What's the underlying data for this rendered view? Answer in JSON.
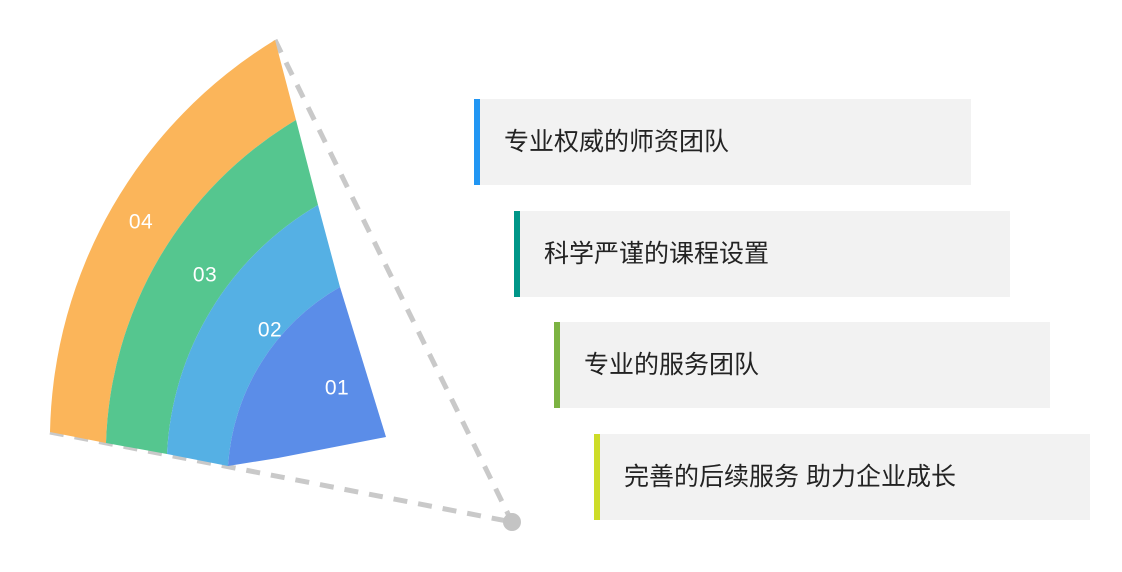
{
  "diagram": {
    "type": "stepped-fan-list-infographic",
    "background_color": "#ffffff",
    "guide_color": "#c9c9c9",
    "panel_background": "#f2f2f2",
    "text_color": "#232323",
    "arcs": [
      {
        "number": "01",
        "color": "#5b8de8",
        "label": "专业权威的师资团队"
      },
      {
        "number": "02",
        "color": "#55b0e4",
        "label": "科学严谨的课程设置"
      },
      {
        "number": "03",
        "color": "#55c68f",
        "label": "专业的服务团队"
      },
      {
        "number": "04",
        "color": "#fbb55a",
        "label": "完善的后续服务 助力企业成长"
      }
    ],
    "items": [
      {
        "text": "专业权威的师资团队",
        "accent_color": "#2196f3"
      },
      {
        "text": "科学严谨的课程设置",
        "accent_color": "#009688"
      },
      {
        "text": "专业的服务团队",
        "accent_color": "#7cb342"
      },
      {
        "text": "完善的后续服务 助力企业成长",
        "accent_color": "#cddc28"
      }
    ]
  }
}
